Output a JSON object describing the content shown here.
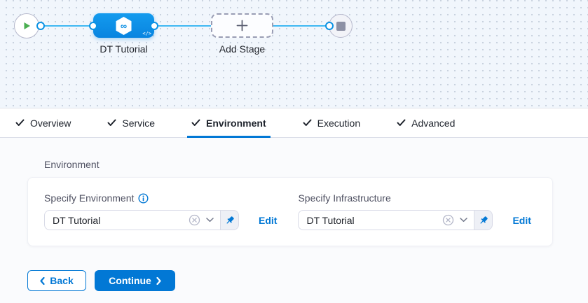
{
  "canvas": {
    "stage_name": "DT Tutorial",
    "add_stage_label": "Add Stage"
  },
  "tabs": [
    {
      "label": "Overview",
      "checked": true,
      "active": false
    },
    {
      "label": "Service",
      "checked": true,
      "active": false
    },
    {
      "label": "Environment",
      "checked": true,
      "active": true
    },
    {
      "label": "Execution",
      "checked": true,
      "active": false
    },
    {
      "label": "Advanced",
      "checked": true,
      "active": false
    }
  ],
  "section": {
    "title": "Environment",
    "fields": [
      {
        "label": "Specify Environment",
        "has_info": true,
        "value": "DT Tutorial",
        "edit_label": "Edit"
      },
      {
        "label": "Specify Infrastructure",
        "has_info": false,
        "value": "DT Tutorial",
        "edit_label": "Edit"
      }
    ]
  },
  "footer": {
    "back_label": "Back",
    "continue_label": "Continue"
  },
  "icons": {
    "infinity": "∞",
    "code": "</>"
  },
  "colors": {
    "primary_blue": "#0278d5",
    "node_blue": "#0b8fe4",
    "connector_cyan": "#3fb8f2",
    "play_green": "#4aae50",
    "tab_underline": "#0278d5",
    "canvas_bg": "#f1f6fc",
    "content_bg": "#fafbfd"
  }
}
